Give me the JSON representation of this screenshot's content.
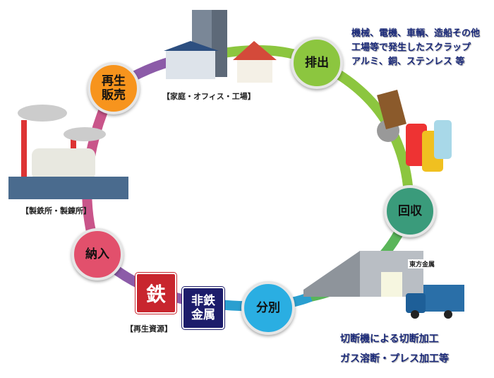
{
  "steps": {
    "discharge": "排出",
    "collect": "回収",
    "sort": "分別",
    "deliver": "納入",
    "resale": "再生販売"
  },
  "labels": {
    "home": "【家庭・オフィス・工場】",
    "steelworks": "【製鉄所・製錬所】",
    "recycled": "【再生資源】",
    "company_sign": "東方金属"
  },
  "scrap_text": [
    "機械、電機、車輌、造船その他",
    "工場等で発生したスクラップ",
    "アルミ、銅、ステンレス 等"
  ],
  "process_text": [
    "切断機による切断加工",
    "ガス溶断・プレス加工等"
  ],
  "boxes": {
    "iron": "鉄",
    "nonferrous_1": "非鉄",
    "nonferrous_2": "金属"
  },
  "colors": {
    "discharge": "#8cc63f",
    "collect": "#3a9b7b",
    "sort": "#2aaee2",
    "deliver": "#e2506c",
    "resale": "#f7941d",
    "iron": "#c8262e",
    "nonferrous": "#1d1d6b"
  }
}
